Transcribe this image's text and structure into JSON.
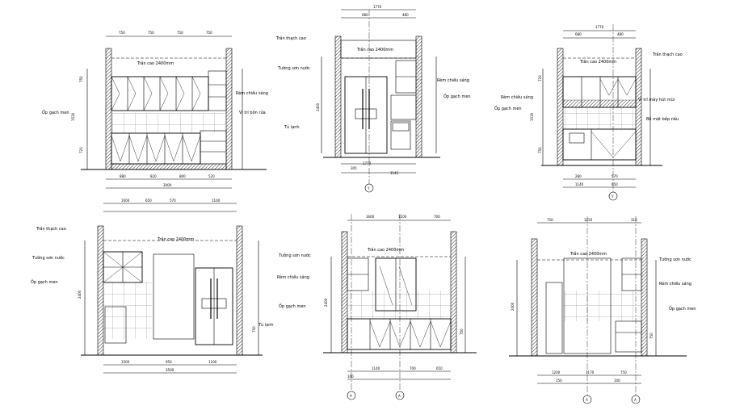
{
  "drawing": {
    "e1": {
      "dims_top": [
        "750",
        "750",
        "750",
        "750"
      ],
      "dims_bottom": [
        "880",
        "820",
        "800",
        "520"
      ],
      "dim_total": "3000",
      "ceiling": "Trần cao 2400mm",
      "left_notes": [
        "Ốp gạch men"
      ],
      "right_notes": [
        "Rèm chiếu sáng",
        "Vị trí bồn rửa"
      ],
      "vdims": [
        "750",
        "1530",
        "720"
      ]
    },
    "e2": {
      "dims_top": [
        "1770",
        "680",
        "480"
      ],
      "dims_bottom": [
        "305",
        "1770",
        "1145"
      ],
      "ceiling": "Trần cao 2400mm",
      "left_notes": [
        "Trần thạch cao",
        "Tường sơn nước",
        "Tủ lạnh"
      ],
      "right_notes": [
        "Rèm chiếu sáng",
        "Ốp gạch men"
      ],
      "vdims": [
        "2400"
      ],
      "marker": "Y"
    },
    "e3": {
      "dims_top": [
        "1770",
        "680",
        "480"
      ],
      "dims_bottom": [
        "1140",
        "650"
      ],
      "dims_bottom2": [
        "280",
        "570"
      ],
      "ceiling": "Trần cao 2400mm",
      "right_notes": [
        "Trần thạch cao",
        "Vị trí máy hút mùi",
        "Bề mặt bếp nấu"
      ],
      "left_notes": [
        "Rèm chiếu sáng",
        "Ốp gạch men"
      ],
      "vdims": [
        "720",
        "1530",
        "750"
      ],
      "marker": "Y"
    },
    "e4": {
      "dims_top": [
        "1000",
        "650",
        "570",
        "1100"
      ],
      "dims_bottom": [
        "1500",
        "950",
        "1100"
      ],
      "dim_total": "3500",
      "ceiling": "Trần cao 2400mm",
      "left_notes": [
        "Trần thạch cao",
        "Tường sơn nước",
        "Ốp gạch men"
      ],
      "right_notes": [
        "Tủ lạnh"
      ],
      "vdims": [
        "2400",
        "750"
      ]
    },
    "e5": {
      "dims_top": [
        "1600",
        "1100",
        "700"
      ],
      "dims_bottom": [
        "100",
        "1140",
        "700",
        "650"
      ],
      "ceiling": "Trần cao 2400mm",
      "left_notes": [
        "Tường sơn nước",
        "Rèm chiếu sáng",
        "Ốp gạch men"
      ],
      "right_notes": [],
      "vdims": [
        "2400",
        "750"
      ],
      "markers": [
        "A",
        "A"
      ]
    },
    "e6": {
      "dims_top": [
        "750",
        "1250",
        "310"
      ],
      "dims_bottom": [
        "1200",
        "1170",
        "750"
      ],
      "dims_bottom2": [
        "150",
        "100"
      ],
      "ceiling": "Trần cao 2400mm",
      "right_notes": [
        "Tường sơn nước",
        "Rèm chiếu sáng",
        "Ốp gạch men"
      ],
      "vdims": [
        "2400",
        "750"
      ],
      "markers": [
        "A",
        "A"
      ]
    }
  }
}
